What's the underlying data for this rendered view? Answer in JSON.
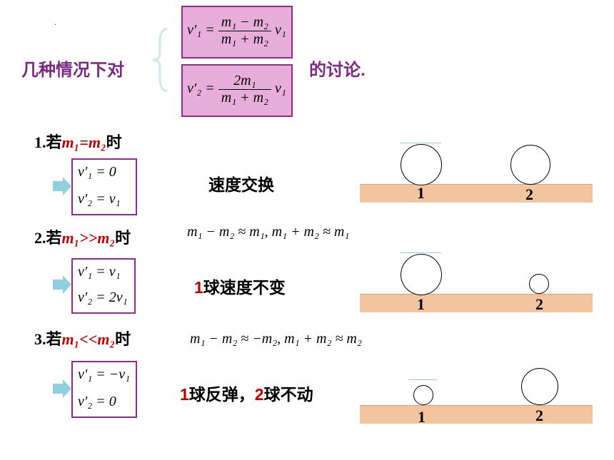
{
  "header": {
    "title_left": "几种情况下对",
    "title_right": "的讨论.",
    "dot": "."
  },
  "formula1": {
    "lhs": "v′₁ =",
    "num": "m₁ − m₂",
    "den": "m₁ + m₂",
    "rhs": "v₁"
  },
  "formula2": {
    "lhs": "v′₂ =",
    "num": "2m₁",
    "den": "m₁ + m₂",
    "rhs": "v₁"
  },
  "cases": [
    {
      "prefix": "1.若",
      "cond": "m₁=m₂",
      "suffix": "时",
      "approx": "",
      "result1": "v′₁ = 0",
      "result2": "v′₂ = v₁",
      "desc_num": "",
      "desc": "速度交换",
      "ball1_label": "1",
      "ball2_label": "2"
    },
    {
      "prefix": "2.若",
      "cond": "m₁>>m₂",
      "suffix": "时",
      "approx": "m₁ − m₂ ≈ m₁, m₁ + m₂ ≈ m₁",
      "result1": "v′₁ = v₁",
      "result2": "v′₂ = 2v₁",
      "desc_num": "1",
      "desc": "球速度不变",
      "ball1_label": "1",
      "ball2_label": "2"
    },
    {
      "prefix": "3.若",
      "cond": "m₁<<m₂",
      "suffix": "时",
      "approx": "m₁ − m₂ ≈ −m₂, m₁ + m₂ ≈ m₂",
      "result1": "v′₁ = −v₁",
      "result2": "v′₂ = 0",
      "desc_num": "1",
      "desc": "球反弹，",
      "desc_num2": "2",
      "desc2": "球不动",
      "ball1_label": "1",
      "ball2_label": "2"
    }
  ],
  "colors": {
    "title": "#7a2a82",
    "formula_box": "#e7aedc",
    "box_border": "#8e2e86",
    "condition_red": "#c00000",
    "arrow": "#8fd0e0",
    "ground": "#f2c4a0"
  },
  "icons": {
    "arrow": "right-arrow-icon",
    "brace": "left-brace-icon"
  }
}
